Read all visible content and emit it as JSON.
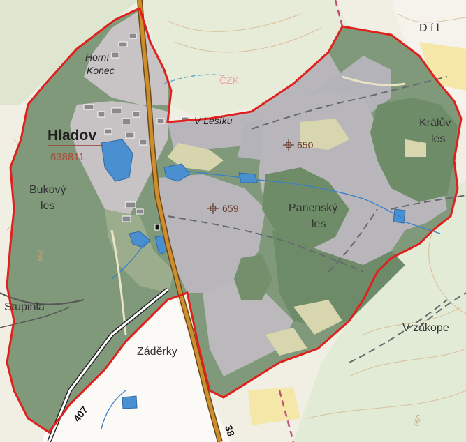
{
  "map": {
    "village": {
      "name": "Hladov",
      "code": "638811"
    },
    "settlement": {
      "line1": "Horní",
      "line2": "Konec"
    },
    "forests": {
      "bukovy": {
        "line1": "Bukový",
        "line2": "les"
      },
      "panensky": {
        "line1": "Panenský",
        "line2": "les"
      },
      "kraluv": {
        "line1": "Králův",
        "line2": "les"
      }
    },
    "places": {
      "v_lesiku": "V Lesíku",
      "zaderky": "Záděrky",
      "stupihla": "Stupihla",
      "v_zakope": "V zákope",
      "dil": "D í l"
    },
    "peaks": {
      "p650": "650",
      "p659": "659"
    },
    "roads": {
      "r407": "407",
      "r38": "38"
    },
    "trail_marker": "ČZK",
    "contours": {
      "c650a": "650",
      "c650b": "650"
    },
    "colors": {
      "boundary": "#e0201d",
      "forest": "#7f9a78",
      "forest_dark": "#6f8c68",
      "open_land": "#b8b5ba",
      "meadow": "#d7d5ae",
      "water": "#3f8ed3",
      "road_main": "#c98a2a",
      "background": "#f2efe2"
    }
  }
}
